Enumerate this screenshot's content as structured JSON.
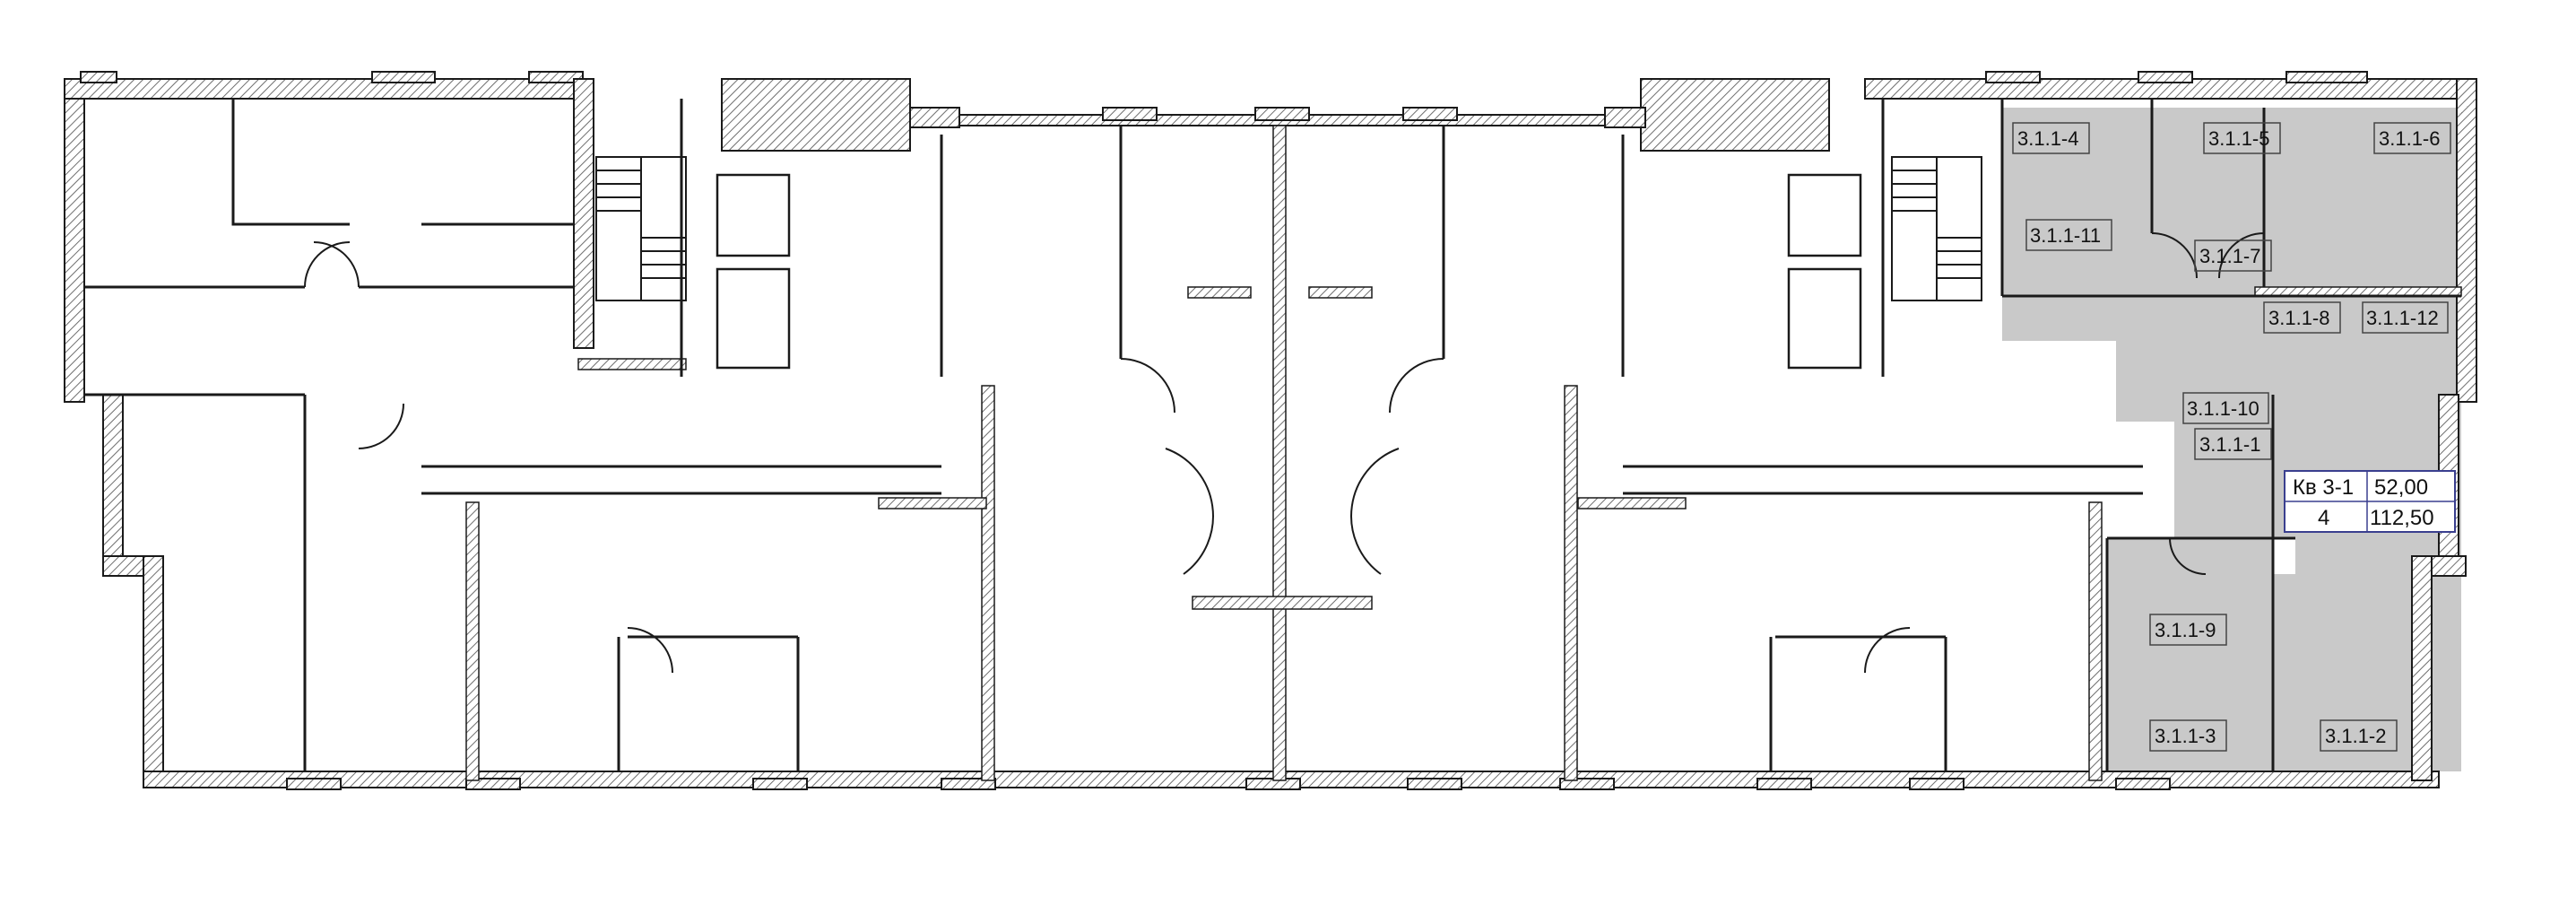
{
  "plan": {
    "highlight_color": "#c9c9c9",
    "wall_color": "#1a1a1a",
    "hatch_color": "#6e6e6e",
    "background": "#ffffff",
    "rooms": [
      {
        "id": "3.1.1-1",
        "label": "3.1.1-1"
      },
      {
        "id": "3.1.1-2",
        "label": "3.1.1-2"
      },
      {
        "id": "3.1.1-3",
        "label": "3.1.1-3"
      },
      {
        "id": "3.1.1-4",
        "label": "3.1.1-4"
      },
      {
        "id": "3.1.1-5",
        "label": "3.1.1-5"
      },
      {
        "id": "3.1.1-6",
        "label": "3.1.1-6"
      },
      {
        "id": "3.1.1-7",
        "label": "3.1.1-7"
      },
      {
        "id": "3.1.1-8",
        "label": "3.1.1-8"
      },
      {
        "id": "3.1.1-9",
        "label": "3.1.1-9"
      },
      {
        "id": "3.1.1-10",
        "label": "3.1.1-10"
      },
      {
        "id": "3.1.1-11",
        "label": "3.1.1-11"
      },
      {
        "id": "3.1.1-12",
        "label": "3.1.1-12"
      }
    ],
    "apartment_info": {
      "name": "Кв 3-1",
      "living_area": "52,00",
      "rooms_count": "4",
      "total_area": "112,50"
    }
  }
}
